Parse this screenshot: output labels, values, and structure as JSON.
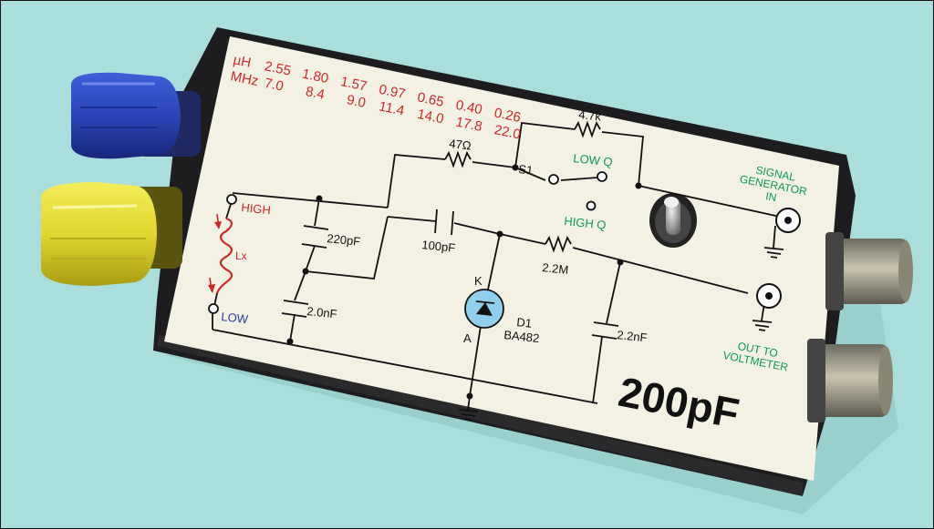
{
  "panel": {
    "scale_uh": {
      "label": "µH",
      "values": [
        "2.55",
        "1.80",
        "1.57",
        "0.97",
        "0.65",
        "0.40",
        "0.26"
      ]
    },
    "scale_mhz": {
      "label": "MHz",
      "values": [
        "7.0",
        "8.4",
        "9.0",
        "11.4",
        "14.0",
        "17.8",
        "22.0"
      ]
    },
    "model": "200pF",
    "colors": {
      "red_text": "#d0282a",
      "green_text": "#0e9a56",
      "blue_text": "#2b3f9a",
      "panel": "#f3f1e4",
      "background": "#a9dedd",
      "diode_fill": "#8ed0ee"
    }
  },
  "schematic": {
    "r_47": "47Ω",
    "r_4k7": "4.7k",
    "switch": "S1",
    "low_q": "LOW Q",
    "high_q": "HIGH Q",
    "c_220p": "220pF",
    "c_100p": "100pF",
    "c_2n0": "2.0nF",
    "r_2m2": "2.2M",
    "c_2n2": "2.2nF",
    "diode_k": "K",
    "diode_a": "A",
    "diode_ref": "D1",
    "diode_part": "BA482",
    "high": "HIGH",
    "low": "LOW",
    "lx": "Lx",
    "sig_gen": [
      "SIGNAL",
      "GENERATOR",
      "IN"
    ],
    "out_volt": [
      "OUT TO",
      "VOLTMETER"
    ]
  },
  "hardware": {
    "terminal_blue_icon": "binding-post-blue-icon",
    "terminal_yellow_icon": "binding-post-yellow-icon",
    "bnc_icon": "bnc-connector-icon",
    "toggle_icon": "toggle-switch-icon"
  }
}
